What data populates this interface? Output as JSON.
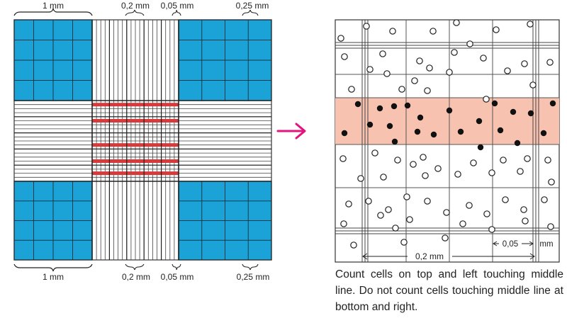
{
  "colors": {
    "blue_square": "#1ba3d8",
    "highlight_line": "#d63a3a",
    "arrow": "#e0157d",
    "counted_band": "#f8c2b0",
    "grid_line": "#333333"
  },
  "left_grid": {
    "top_labels": {
      "large_square": "1 mm",
      "center_square": "0,2 mm",
      "fine_square": "0,05 mm",
      "corner_sub_square": "0,25 mm"
    },
    "bottom_labels": {
      "large_square": "1 mm",
      "center_square": "0,2 mm",
      "fine_square": "0,05 mm",
      "corner_sub_square": "0,25 mm"
    }
  },
  "arrow": {
    "icon": "arrow-right-icon"
  },
  "right_detail": {
    "width_label": "0,2 mm",
    "small_label": "0,05",
    "unit_label": "mm"
  },
  "caption": "Count cells on top and left touching middle line. Do not count cells touching middle line at bottom and right."
}
